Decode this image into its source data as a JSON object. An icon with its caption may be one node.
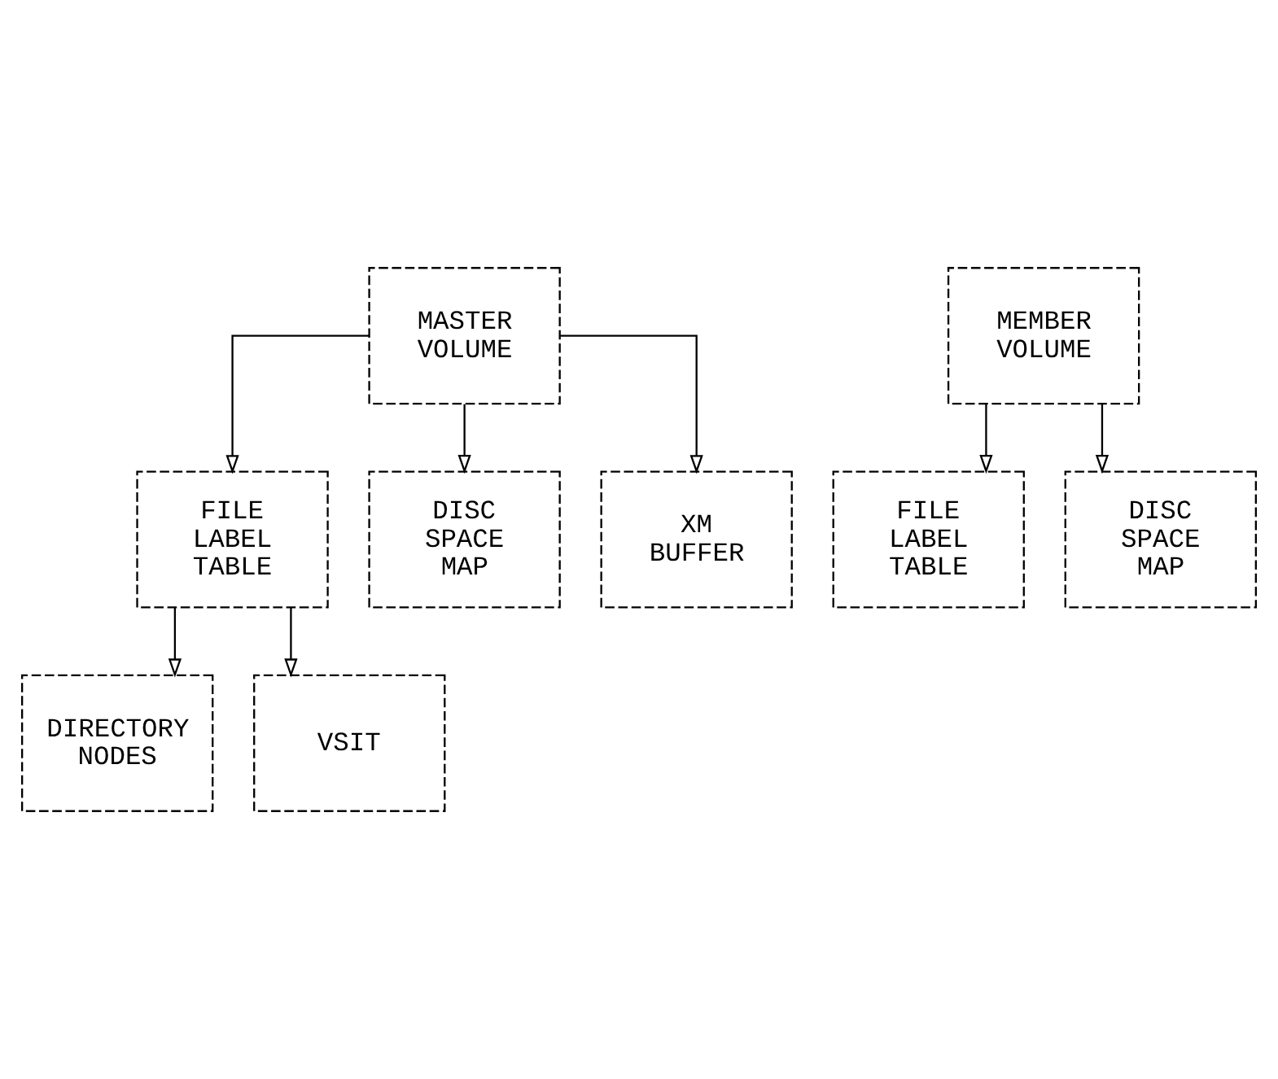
{
  "diagram": {
    "nodes": [
      {
        "text": [
          "MASTER VOLUME"
        ]
      },
      {
        "text": [
          "MEMBER VOLUME"
        ]
      },
      {
        "text": [
          "FILE LABEL TABLE"
        ]
      },
      {
        "text": [
          "DISC SPACE MAP"
        ]
      },
      {
        "text": [
          "XM BUFFER"
        ]
      },
      {
        "text": [
          "FILE LABEL TABLE"
        ]
      },
      {
        "text": [
          "DISC SPACE MAP"
        ]
      },
      {
        "text": [
          "DIRECTORY NODES"
        ]
      },
      {
        "text": [
          "VSIT"
        ]
      }
    ],
    "edges": [
      {
        "from": 0,
        "to": 2,
        "arrow": "to"
      },
      {
        "from": 0,
        "to": 3,
        "arrow": "to"
      },
      {
        "from": 0,
        "to": 4,
        "arrow": "to"
      },
      {
        "from": 1,
        "to": 5,
        "arrow": "to"
      },
      {
        "from": 1,
        "to": 6,
        "arrow": "to"
      },
      {
        "from": 2,
        "to": 7,
        "arrow": "to"
      },
      {
        "from": 2,
        "to": 8,
        "arrow": "to"
      }
    ]
  }
}
